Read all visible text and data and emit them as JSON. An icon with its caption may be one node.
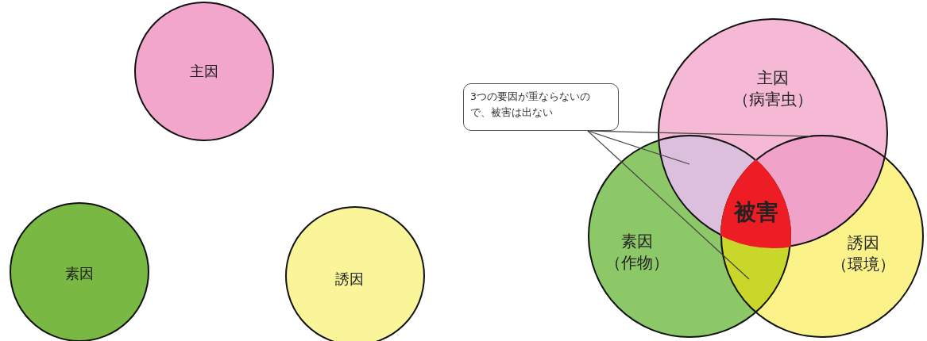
{
  "diagram": {
    "nodes": [
      {
        "text": [
          "主因"
        ]
      },
      {
        "text": [
          "素因"
        ]
      },
      {
        "text": [
          "誘因"
        ]
      },
      {
        "text": [
          "主因（病害虫）"
        ]
      },
      {
        "text": [
          "素因（作物）"
        ]
      },
      {
        "text": [
          "誘因（環境）"
        ]
      },
      {
        "text": [
          "被害"
        ]
      },
      {
        "text": [
          "3つの要因が重ならないので、被害は出ない"
        ]
      },
      {
        "text": [],
        "shape": "lens"
      },
      {
        "text": [],
        "shape": "lens"
      },
      {
        "text": [],
        "shape": "lens"
      }
    ],
    "edges": [
      {
        "from": 7,
        "to": 8,
        "arrow": "none"
      },
      {
        "from": 7,
        "to": 9,
        "arrow": "none"
      },
      {
        "from": 7,
        "to": 10,
        "arrow": "none"
      }
    ]
  }
}
